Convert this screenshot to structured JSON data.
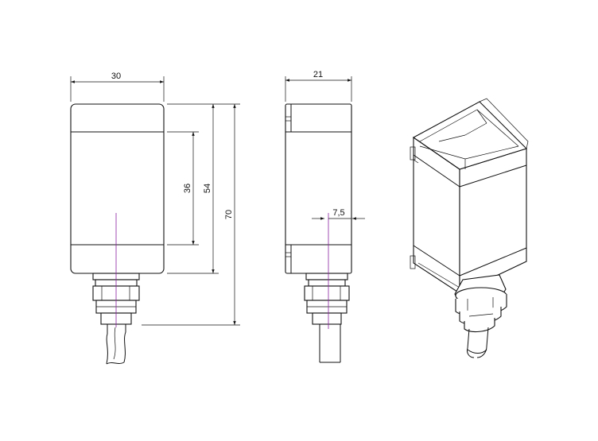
{
  "dimensions": {
    "front_width": "30",
    "side_depth": "21",
    "window_height": "36",
    "housing_height": "54",
    "total_height": "70",
    "mount_offset": "7,5"
  },
  "colors": {
    "outline": "#111111",
    "center_axis": "#8a1fa0",
    "background": "#ffffff"
  }
}
